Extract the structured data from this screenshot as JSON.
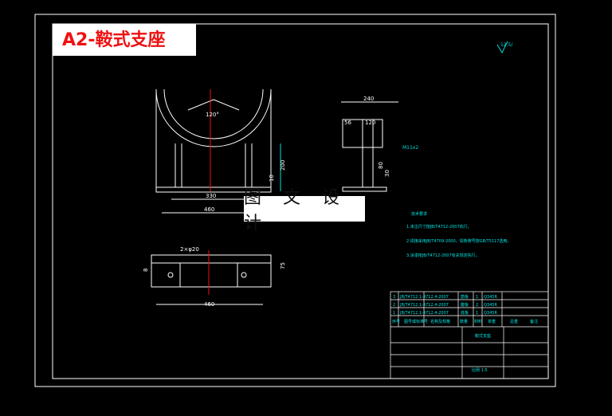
{
  "title": "A2-鞍式支座",
  "watermark": "图 文 设 计",
  "roughness": "12.5/",
  "dimensions": {
    "front_top_label": "120°",
    "front_height": "200",
    "front_inner_width": "330",
    "front_base_width": "460",
    "front_small": "10",
    "side_width": "240",
    "side_left": "56",
    "side_mid": "120",
    "side_hole": "M11x2",
    "side_h1": "30",
    "side_h2": "80",
    "plan_width": "460",
    "plan_slot": "2×φ20",
    "plan_height": "75",
    "plan_left": "8"
  },
  "notes": {
    "heading": "技术要求",
    "items": [
      "1.未注尺寸按JB/T4712-2007执行。",
      "2.焊接采用JB/T4709-2000，焊条牌号按GB/T5117选用。",
      "3.涂漆按JB/T4712-2007有关规定执行。"
    ]
  },
  "bom": [
    {
      "no": "3",
      "code": "JB/T4712.1-4712.4-2007",
      "name": "筋板",
      "qty": "1",
      "mat": "Q345R"
    },
    {
      "no": "2",
      "code": "JB/T4712.1-4712.4-2007",
      "name": "腹板",
      "qty": "2",
      "mat": "Q345R"
    },
    {
      "no": "1",
      "code": "JB/T4712.1-4712.4-2007",
      "name": "底板",
      "qty": "1",
      "mat": "Q345R"
    }
  ],
  "titleblock": {
    "header": [
      "序号",
      "图号或标准号",
      "名称及规格",
      "数量",
      "材料",
      "单重",
      "总重",
      "备注"
    ],
    "part_name": "鞍式支座",
    "scale_note": "比例 1:5"
  }
}
